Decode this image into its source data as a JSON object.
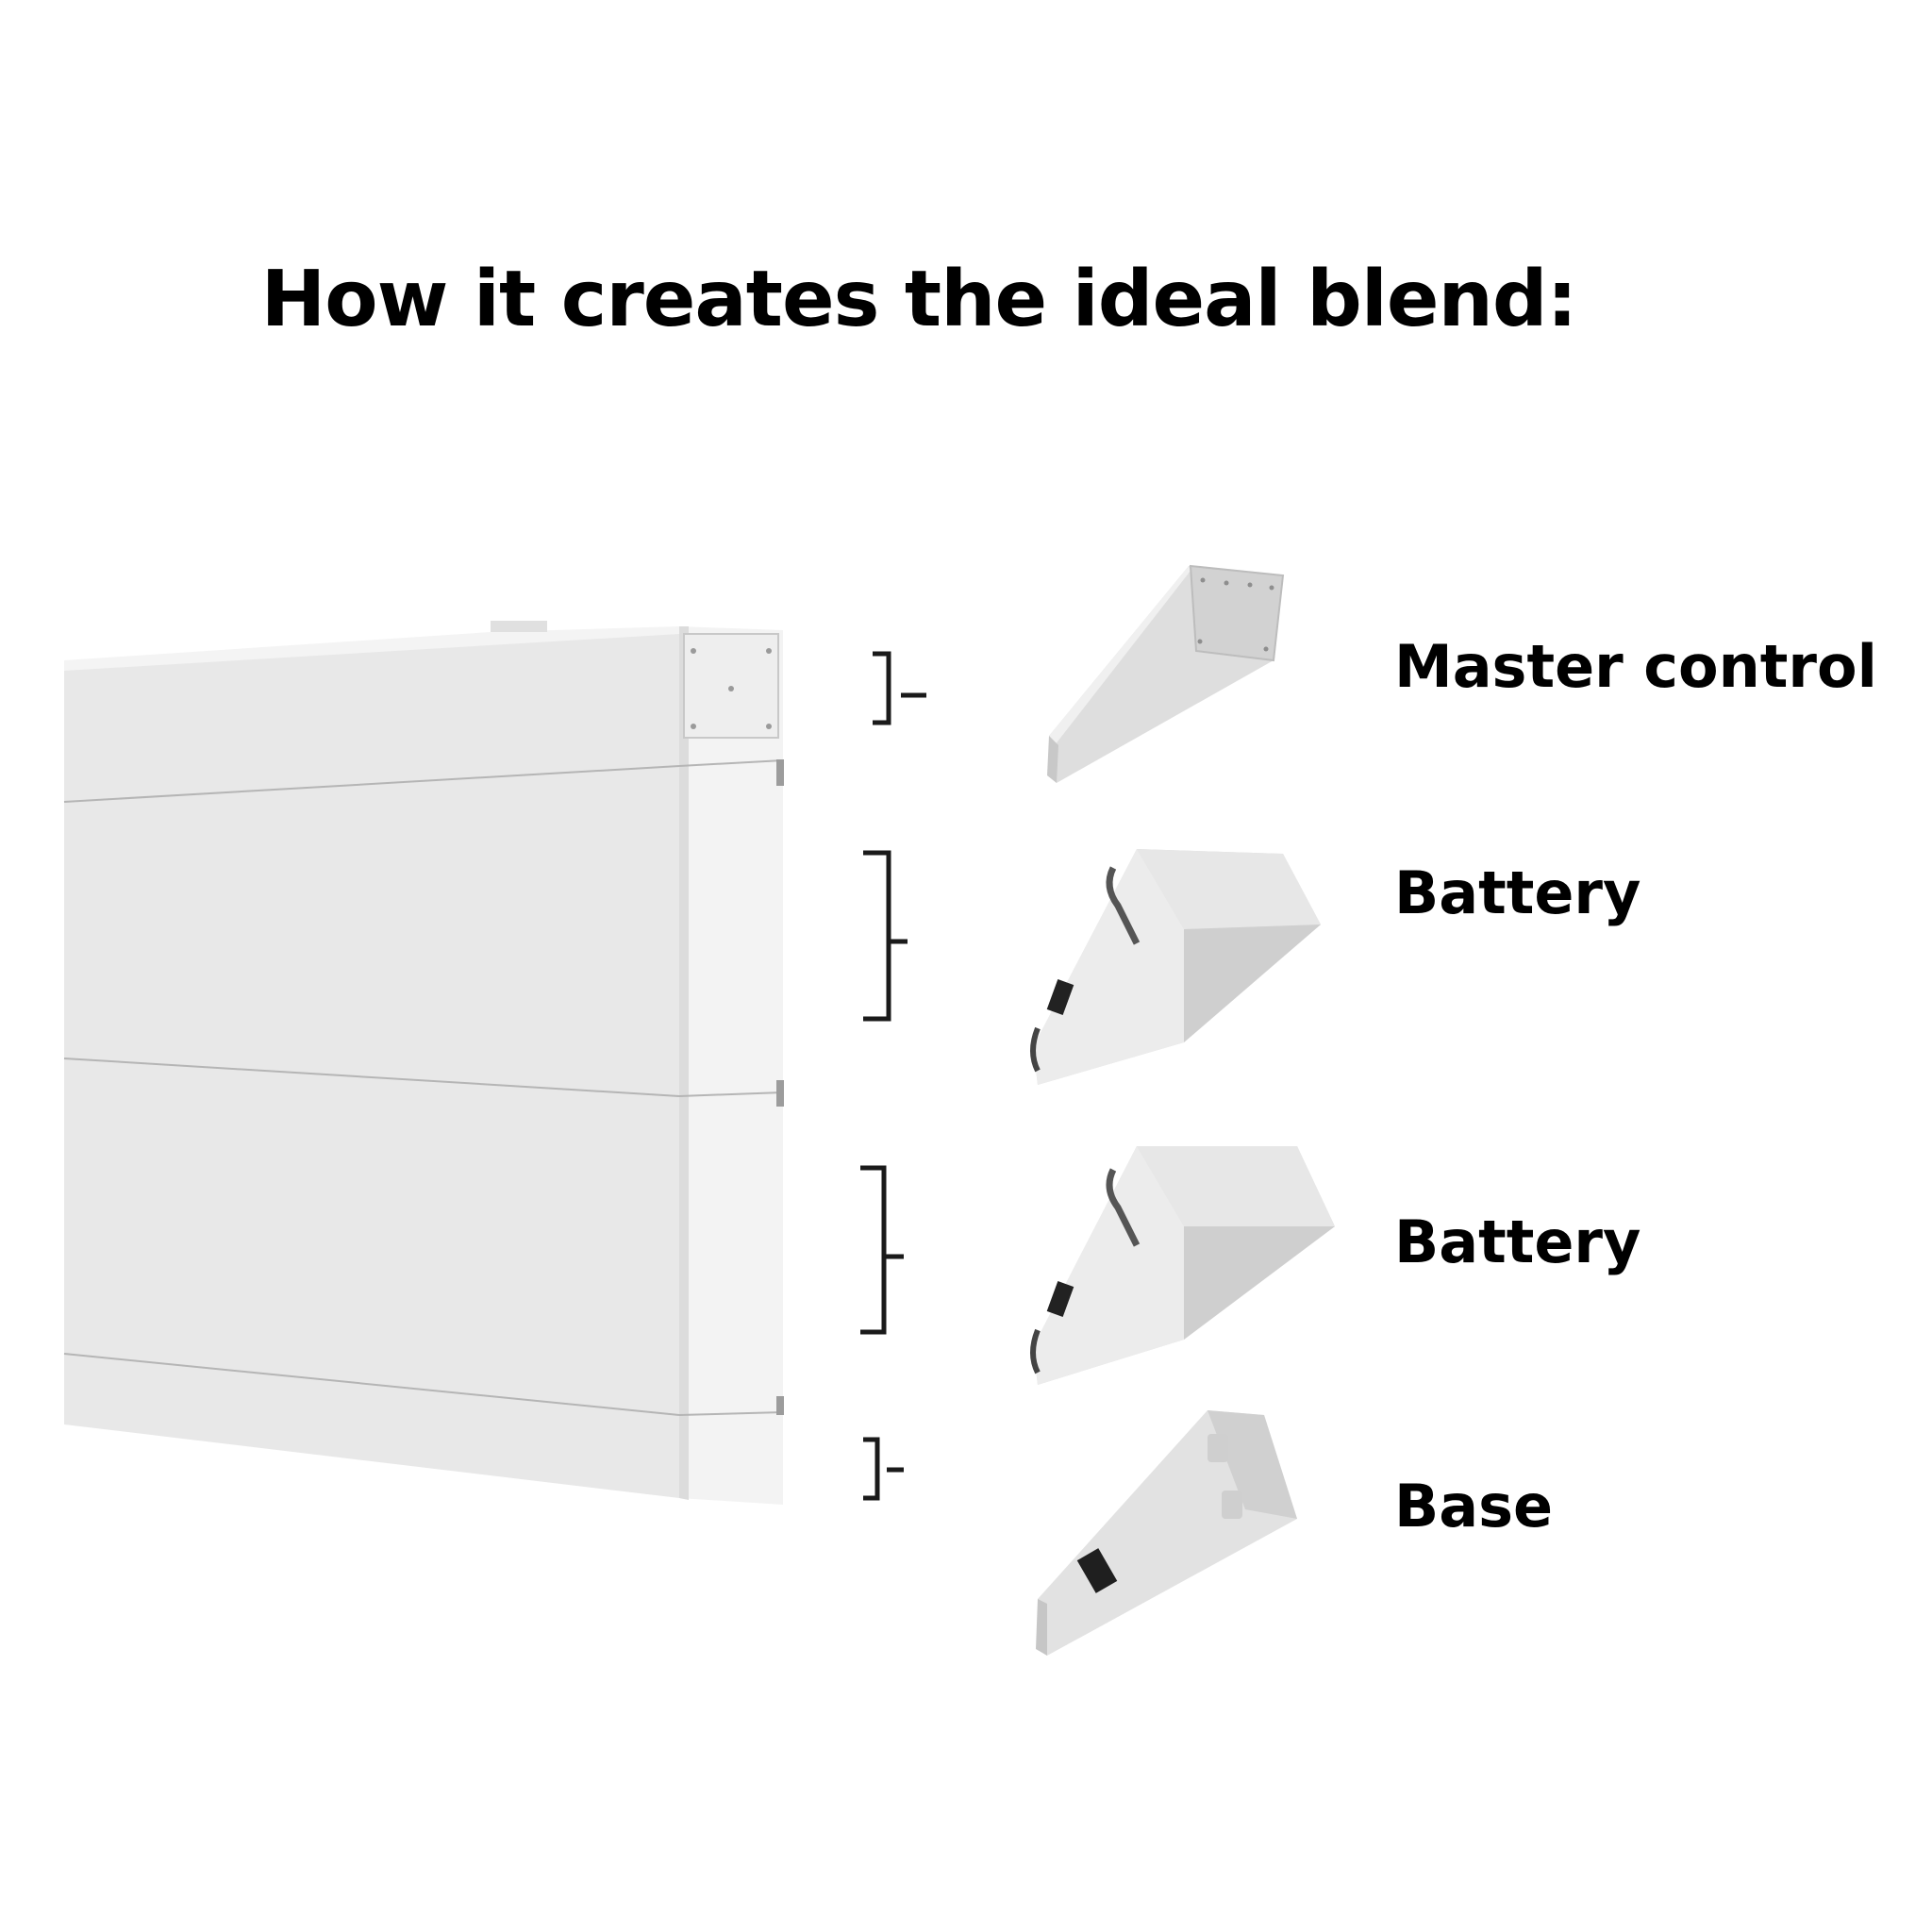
{
  "title": "How it creates the ideal blend:",
  "components": [
    {
      "label": "Master control"
    },
    {
      "label": "Battery"
    },
    {
      "label": "Battery"
    },
    {
      "label": "Base"
    }
  ],
  "colors": {
    "text": "#000000",
    "unit_face": "#e6e6e6",
    "unit_side": "#f2f2f2",
    "module_shadow": "#cfcfcf"
  }
}
